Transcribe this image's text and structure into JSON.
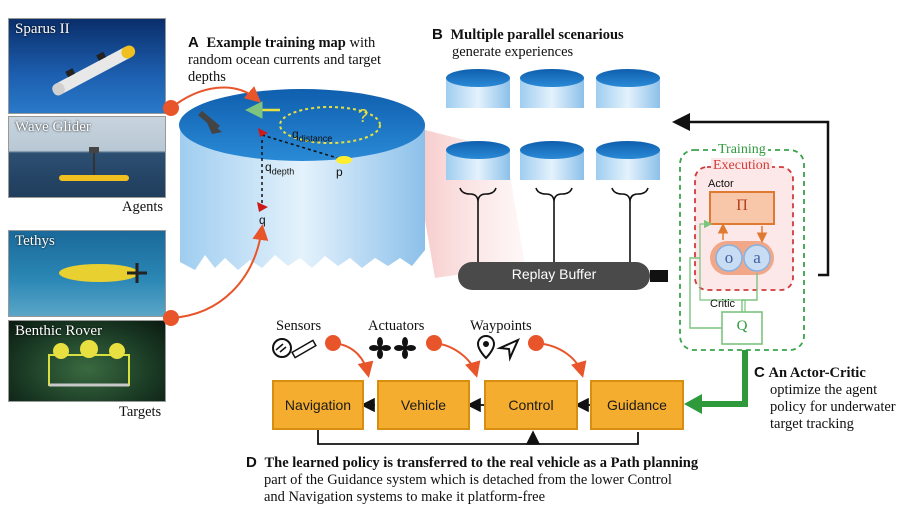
{
  "agents_label": "Agents",
  "targets_label": "Targets",
  "photos": [
    {
      "caption": "Sparus II"
    },
    {
      "caption": "Wave Glider"
    },
    {
      "caption": "Tethys"
    },
    {
      "caption": "Benthic Rover"
    }
  ],
  "section_a": {
    "letter": "A",
    "title": "Example training map",
    "rest": " with random ocean currents and target depths"
  },
  "section_b": {
    "letter": "B",
    "title": "Multiple parallel scenarious",
    "rest": "generate experiences"
  },
  "section_c": {
    "letter": "C",
    "title": "An Actor-Critic",
    "rest": "optimize the agent policy for underwater target tracking"
  },
  "section_d": {
    "letter": "D",
    "title": "The learned policy is transferred to the real vehicle as a Path planning",
    "rest": "part of the Guidance system which is detached from the lower Control and Navigation systems to make it platform-free"
  },
  "map_labels": {
    "q_distance": "q",
    "q_distance_sub": "distance",
    "q_depth": "q",
    "q_depth_sub": "depth",
    "q": "q",
    "p": "p",
    "question": "?"
  },
  "replay_buffer": "Replay Buffer",
  "actor_critic": {
    "training": "Training",
    "execution": "Execution",
    "actor": "Actor",
    "pi": "Π",
    "o": "o",
    "a": "a",
    "critic": "Critic",
    "q": "Q"
  },
  "pipeline": {
    "sensors": "Sensors",
    "actuators": "Actuators",
    "waypoints": "Waypoints",
    "boxes": [
      "Navigation",
      "Vehicle",
      "Control",
      "Guidance"
    ]
  },
  "colors": {
    "orange_box": "#f4ad2e",
    "accent_red": "#e8552b",
    "green": "#2e9a3c",
    "execution_red": "#d23a3a"
  }
}
